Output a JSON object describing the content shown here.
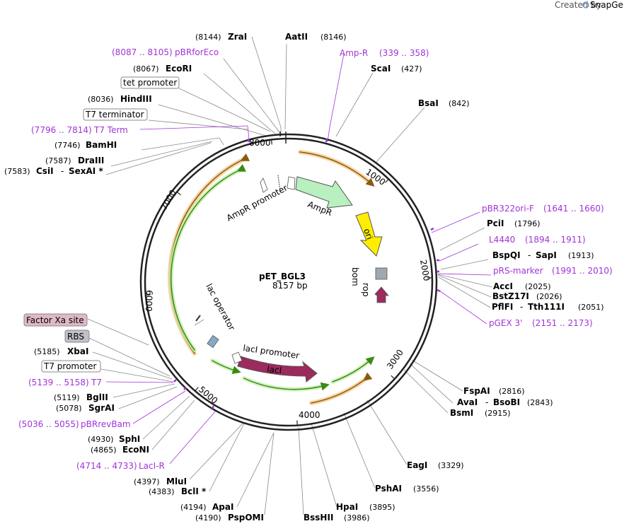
{
  "watermark": {
    "created_by": "Created by",
    "brand": "SnapGene"
  },
  "plasmid": {
    "name": "pET_BGL3",
    "length": "8157 bp"
  },
  "ticks": [
    "1000",
    "2000",
    "3000",
    "4000",
    "5000",
    "6000",
    "7000",
    "8000"
  ],
  "features": {
    "ampr_promoter": "AmpR promoter",
    "ampr": "AmpR",
    "ori": "ori",
    "bom": "bom",
    "rop": "rop",
    "laci_promoter": "lacI promoter",
    "laci": "lacI",
    "lac_operator": "lac operator"
  },
  "boxed_labels": {
    "tet_promoter": "tet promoter",
    "t7_terminator": "T7 terminator",
    "factor_xa": "Factor Xa site",
    "rbs": "RBS",
    "t7_promoter": "T7 promoter"
  },
  "enzymes": {
    "zrai": {
      "pos": "(8144)",
      "name": "ZraI"
    },
    "aatii": {
      "name": "AatII",
      "pos": "(8146)"
    },
    "scai": {
      "name": "ScaI",
      "pos": "(427)"
    },
    "ecori": {
      "pos": "(8067)",
      "name": "EcoRI"
    },
    "hindiii": {
      "pos": "(8036)",
      "name": "HindIII"
    },
    "bsai": {
      "name": "BsaI",
      "pos": "(842)"
    },
    "bamhi": {
      "pos": "(7746)",
      "name": "BamHI"
    },
    "draiii": {
      "pos": "(7587)",
      "name": "DraIII"
    },
    "csii": {
      "pos": "(7583)",
      "name": "CsiI",
      "dash": "-",
      "name2": "SexAI *"
    },
    "pcii": {
      "name": "PciI",
      "pos": "(1796)"
    },
    "bspqi": {
      "name": "BspQI",
      "dash": "-",
      "name2": "SapI",
      "pos": "(1913)"
    },
    "acci": {
      "name": "AccI",
      "pos": "(2025)"
    },
    "bstz17i": {
      "name": "BstZ17I",
      "pos": "(2026)"
    },
    "pflfi": {
      "name": "PflFI",
      "dash": "-",
      "name2": "Tth111I",
      "pos": "(2051)"
    },
    "xbai": {
      "pos": "(5185)",
      "name": "XbaI"
    },
    "bglii": {
      "pos": "(5119)",
      "name": "BglII"
    },
    "sgrai": {
      "pos": "(5078)",
      "name": "SgrAI"
    },
    "fspai": {
      "name": "FspAI",
      "pos": "(2816)"
    },
    "avai": {
      "name": "AvaI",
      "dash": "-",
      "name2": "BsoBI",
      "pos": "(2843)"
    },
    "bsmi": {
      "name": "BsmI",
      "pos": "(2915)"
    },
    "sphi": {
      "pos": "(4930)",
      "name": "SphI"
    },
    "econi": {
      "pos": "(4865)",
      "name": "EcoNI"
    },
    "eagi": {
      "name": "EagI",
      "pos": "(3329)"
    },
    "mlui": {
      "pos": "(4397)",
      "name": "MluI"
    },
    "bcli": {
      "pos": "(4383)",
      "name": "BclI *"
    },
    "pshai": {
      "name": "PshAI",
      "pos": "(3556)"
    },
    "apai": {
      "pos": "(4194)",
      "name": "ApaI"
    },
    "pspomi": {
      "pos": "(4190)",
      "name": "PspOMI"
    },
    "hpai": {
      "name": "HpaI",
      "pos": "(3895)"
    },
    "bsshii": {
      "name": "BssHII",
      "pos": "(3986)"
    }
  },
  "primers": {
    "pbrforeco": {
      "range": "(8087 .. 8105)",
      "name": "pBRforEco"
    },
    "ampr": {
      "name": "Amp-R",
      "range": "(339 .. 358)"
    },
    "t7term": {
      "range": "(7796 .. 7814)",
      "name": "T7 Term"
    },
    "pbr322ori": {
      "name": "pBR322ori-F",
      "range": "(1641 .. 1660)"
    },
    "l4440": {
      "name": "L4440",
      "range": "(1894 .. 1911)"
    },
    "prs": {
      "name": "pRS-marker",
      "range": "(1991 .. 2010)"
    },
    "pgex3": {
      "name": "pGEX 3'",
      "range": "(2151 .. 2173)"
    },
    "t7": {
      "range": "(5139 .. 5158)",
      "name": "T7"
    },
    "pbrrevbam": {
      "range": "(5036 .. 5055)",
      "name": "pBRrevBam"
    },
    "lacir": {
      "range": "(4714 .. 4733)",
      "name": "LacI-R"
    }
  },
  "colors": {
    "ring": "#222222",
    "primer": "#a033d8",
    "orf_green": "#3a8a14",
    "orf_orange": "#d48a1c",
    "ampr_fill": "#b8f0c0",
    "ori_fill": "#ffee00",
    "laci_fill": "#9b2b5e",
    "rop_fill": "#9b2b5e",
    "bom_fill": "#a0a8b0",
    "factor_xa_fill": "#e0b8c8",
    "rbs_fill": "#c0c0c8"
  }
}
